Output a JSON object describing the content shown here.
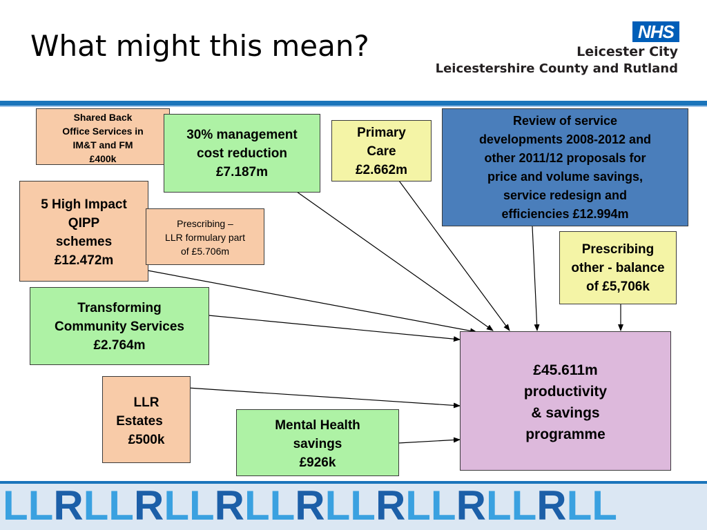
{
  "slide": {
    "title": "What might this mean?",
    "logo": {
      "badge": "NHS",
      "line1": "Leicester City",
      "line2": "Leicestershire County and Rutland"
    }
  },
  "colors": {
    "peach": "#f8cba8",
    "green": "#aef2a5",
    "yellow": "#f4f4a6",
    "blue": "#4a7ebb",
    "lilac": "#ddb9dc",
    "accent": "#1b75bb"
  },
  "boxes": {
    "shared_back_office": [
      "Shared Back",
      "Office Services in",
      "IM&T and FM",
      "£400k"
    ],
    "management_cost": [
      "30% management",
      "cost reduction",
      "£7.187m"
    ],
    "primary_care": [
      "Primary",
      "Care",
      "£2.662m"
    ],
    "review_services": [
      "Review of service",
      "developments 2008-2012 and",
      "other 2011/12 proposals for",
      "price and volume savings,",
      "service redesign and",
      "efficiencies £12.994m"
    ],
    "high_impact_qipp": [
      "5 High Impact",
      "QIPP",
      "schemes",
      "£12.472m"
    ],
    "prescribing_formulary": [
      "Prescribing –",
      "LLR formulary part",
      "of £5.706m"
    ],
    "prescribing_other": [
      "Prescribing",
      "other - balance",
      "of £5,706k"
    ],
    "transforming_community": [
      "Transforming",
      "Community Services",
      "£2.764m"
    ],
    "llr_estates": [
      "LLR",
      "Estates",
      "£500k"
    ],
    "mental_health": [
      "Mental Health",
      "savings",
      "£926k"
    ],
    "programme_total": [
      "£45.611m",
      "productivity",
      "& savings",
      "programme"
    ]
  },
  "footer": {
    "strip": [
      {
        "t": "LL",
        "c": "l"
      },
      {
        "t": "R",
        "c": "r"
      },
      {
        "t": "LL",
        "c": "l"
      },
      {
        "t": "R",
        "c": "r"
      },
      {
        "t": "LL",
        "c": "l"
      },
      {
        "t": "R",
        "c": "r"
      },
      {
        "t": "LL",
        "c": "l"
      },
      {
        "t": "R",
        "c": "r"
      },
      {
        "t": "LL",
        "c": "l"
      },
      {
        "t": "R",
        "c": "r"
      },
      {
        "t": "LL",
        "c": "l"
      },
      {
        "t": "R",
        "c": "r"
      },
      {
        "t": "LL",
        "c": "l"
      },
      {
        "t": "R",
        "c": "r"
      },
      {
        "t": "LL",
        "c": "l"
      }
    ]
  }
}
